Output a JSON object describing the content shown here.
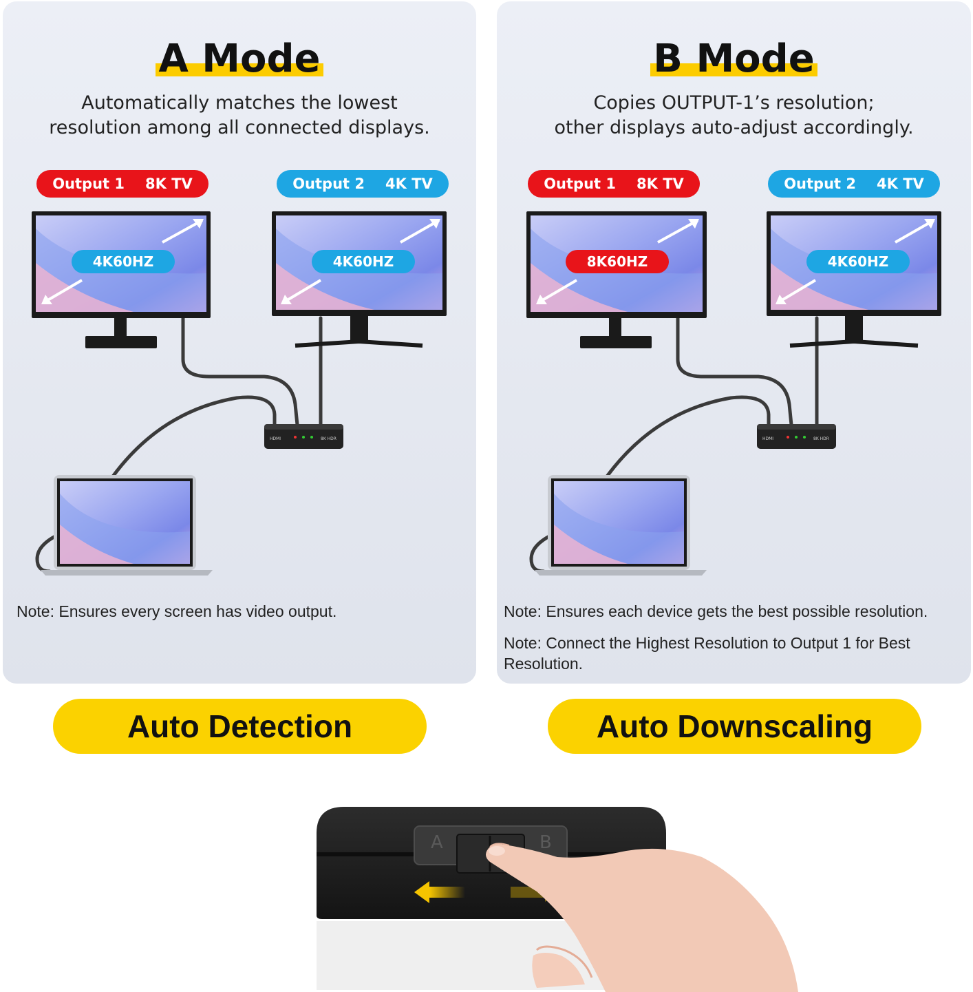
{
  "mode_a": {
    "title": "A Mode",
    "description_line1": "Automatically matches the lowest",
    "description_line2": "resolution among all connected displays.",
    "output1_label": "Output 1",
    "output1_device": "8K TV",
    "output2_label": "Output 2",
    "output2_device": "4K TV",
    "screen1_resolution": "4K60HZ",
    "screen2_resolution": "4K60HZ",
    "note": "Note: Ensures every screen has video output."
  },
  "mode_b": {
    "title": "B Mode",
    "description_line1": "Copies OUTPUT-1’s resolution;",
    "description_line2": "other displays auto-adjust accordingly.",
    "output1_label": "Output 1",
    "output1_device": "8K TV",
    "output2_label": "Output 2",
    "output2_device": "4K TV",
    "screen1_resolution": "8K60HZ",
    "screen2_resolution": "4K60HZ",
    "note1": "Note: Ensures each device gets the best possible resolution.",
    "note2": "Note: Connect the Highest Resolution to Output 1 for Best Resolution."
  },
  "features": {
    "left": "Auto Detection",
    "right": "Auto Downscaling"
  },
  "device": {
    "switch_left_label": "A",
    "switch_right_label": "B",
    "splitter_port_label": "HDMI",
    "splitter_model_label": "8K HDR"
  },
  "colors": {
    "accent_yellow": "#fbd200",
    "output1_red": "#e8141a",
    "output2_blue": "#1ea6e3"
  }
}
